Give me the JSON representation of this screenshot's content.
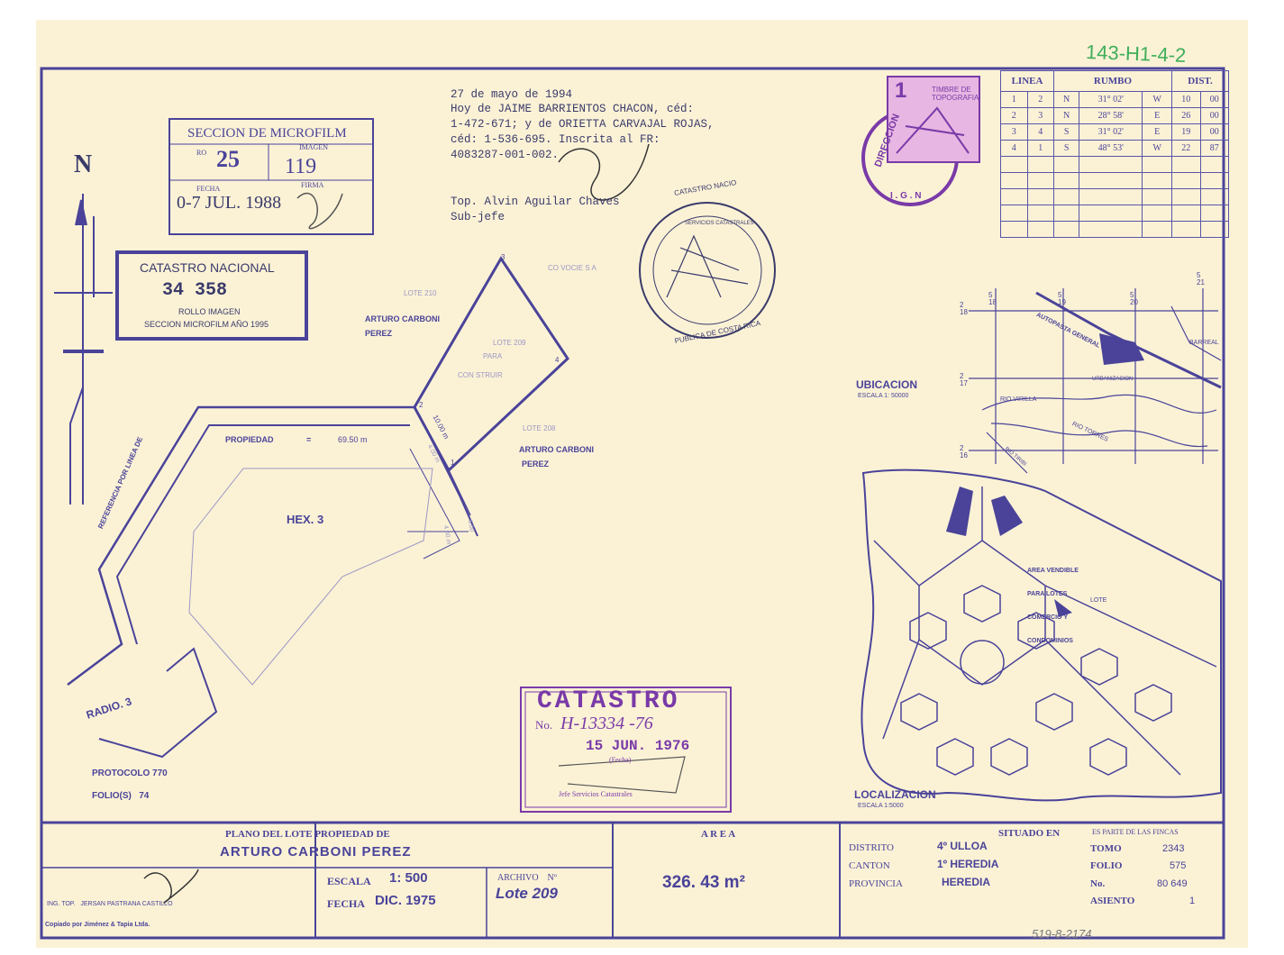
{
  "reference_code": "143-H1-4-2",
  "bottom_code": "519-8-2174",
  "north_label": "N",
  "microfilm_stamp": {
    "title": "SECCION DE MICROFILM",
    "rollo_label": "RO",
    "rollo_value": "25",
    "imagen_label": "IMAGEN",
    "imagen_value": "119",
    "fecha_label": "FECHA",
    "fecha_value": "0-7 JUL. 1988",
    "firma_label": "FIRMA"
  },
  "catastro_nacional_stamp": {
    "title": "CATASTRO NACIONAL",
    "number": "34 358",
    "line1": "ROLLO IMAGEN",
    "line2": "SECCION MICROFILM AÑO 1995"
  },
  "annotation": {
    "lines": [
      "27 de mayo de 1994",
      "Hoy de JAIME BARRIENTOS CHACON, céd:",
      "1-472-671; y de ORIETTA CARVAJAL ROJAS,",
      "céd: 1-536-695. Inscrita al FR:",
      "4083287-001-002."
    ],
    "signer": "Top. Alvin Aguilar Chaves",
    "signer_role": "Sub-jefe"
  },
  "ign_stamp": {
    "stamp_text": "TIMBRE DE TOPOGRAFIA",
    "value": "1",
    "ring_text": "DIRECCION",
    "bottom_text": "I . G . N"
  },
  "round_seal": {
    "top_text": "CATASTRO NACIO",
    "inner_text": "SERVICIOS CATASTRALES",
    "bottom_text": "PUBLICA DE COSTA RICA"
  },
  "rumbo_table": {
    "headers": [
      "LINEA",
      "RUMBO",
      "DIST."
    ],
    "rows": [
      [
        "1",
        "2",
        "N",
        "31° 02'",
        "W",
        "10",
        "00"
      ],
      [
        "2",
        "3",
        "N",
        "28° 58'",
        "E",
        "26",
        "00"
      ],
      [
        "3",
        "4",
        "S",
        "31° 02'",
        "E",
        "19",
        "00"
      ],
      [
        "4",
        "1",
        "S",
        "48° 53'",
        "W",
        "22",
        "87"
      ]
    ],
    "empty_rows": 5
  },
  "plan_labels": {
    "lote_210": "LOTE 210",
    "lote_209_a": "LOTE 209",
    "lote_209_b": "PARA",
    "lote_209_c": "CON STRUIR",
    "lote_208": "LOTE 208",
    "owner_left_1": "ARTURO CARBONI",
    "owner_left_2": "PEREZ",
    "owner_right_1": "ARTURO CARBONI",
    "owner_right_2": "PEREZ",
    "propiedad": "PROPIEDAD",
    "propiedad_eq": "=",
    "propiedad_len": "69.50 m",
    "hex": "HEX. 3",
    "referencia": "REFERENCIA POR LINEA DE",
    "radio": "RADIO. 3",
    "co_vocie": "CO VOCIE S A",
    "v1": "1",
    "v2": "2",
    "v3": "3",
    "v4": "4",
    "dim1": "10.00 m",
    "dim2": "4.00 m",
    "dim3": "4.00 m",
    "dim4": "6.00"
  },
  "protocolo": "PROTOCOLO 770",
  "folio": "FOLIO(S)   74",
  "ubicacion": {
    "title": "UBICACION",
    "scale": "ESCALA 1: 50000",
    "grid_top": [
      "5\n18",
      "5\n19",
      "5\n20",
      "5\n21"
    ],
    "grid_left": [
      "2\n18",
      "2\n17",
      "2\n16"
    ],
    "autopista": "AUTOPASTA GENERAL CAÑAS",
    "barreal": "BARREAL",
    "urbanizacion": "URBANIZACION",
    "rio_virilla": "RIO VIRILLA",
    "rio_torres": "RIO TORRES",
    "rio_tiribi": "RIO TIRIBI"
  },
  "localizacion": {
    "title": "LOCALIZACION",
    "scale": "ESCALA 1:5000",
    "area_note": [
      "AREA VENDIBLE",
      "PARA LOTES",
      "COMERCIO Y",
      "CONDOMINIOS"
    ],
    "lote": "LOTE"
  },
  "catastro_stamp": {
    "title": "CATASTRO",
    "no_label": "No.",
    "no_value": "H-13334 -76",
    "date": "15 JUN. 1976",
    "fecha_label": "(Fecha)",
    "footer": "Jefe Servicios Catastrales"
  },
  "title_block": {
    "plano_label": "PLANO DEL LOTE PROPIEDAD DE",
    "owner": "ARTURO CARBONI PEREZ",
    "ing": "ING. TOP.   JERSAN PASTRANA CASTILLO",
    "escala_label": "ESCALA",
    "escala_value": "1: 500",
    "fecha_label": "FECHA",
    "fecha_value": "DIC. 1975",
    "archivo_label": "ARCHIVO    Nº",
    "archivo_value": "Lote 209",
    "area_label": "A R E A",
    "area_value": "326. 43 m²",
    "situado_label": "SITUADO EN",
    "distrito_label": "DISTRITO",
    "distrito_value": "4º ULLOA",
    "canton_label": "CANTON",
    "canton_value": "1º HEREDIA",
    "provincia_label": "PROVINCIA",
    "provincia_value": "HEREDIA",
    "fincas_label": "ES PARTE DE LAS FINCAS",
    "tomo_label": "TOMO",
    "tomo_value": "2343",
    "folio_label": "FOLIO",
    "folio_value": "575",
    "no_label": "No.",
    "no_value": "80 649",
    "asiento_label": "ASIENTO",
    "asiento_value": "1",
    "copiado": "Copiado por Jiménez & Tapia Ltda."
  },
  "colors": {
    "paper": "#fbf2d6",
    "ink": "#4a4399",
    "stamp_purple": "#7a3aa8",
    "reference_green": "#3fae5a"
  }
}
